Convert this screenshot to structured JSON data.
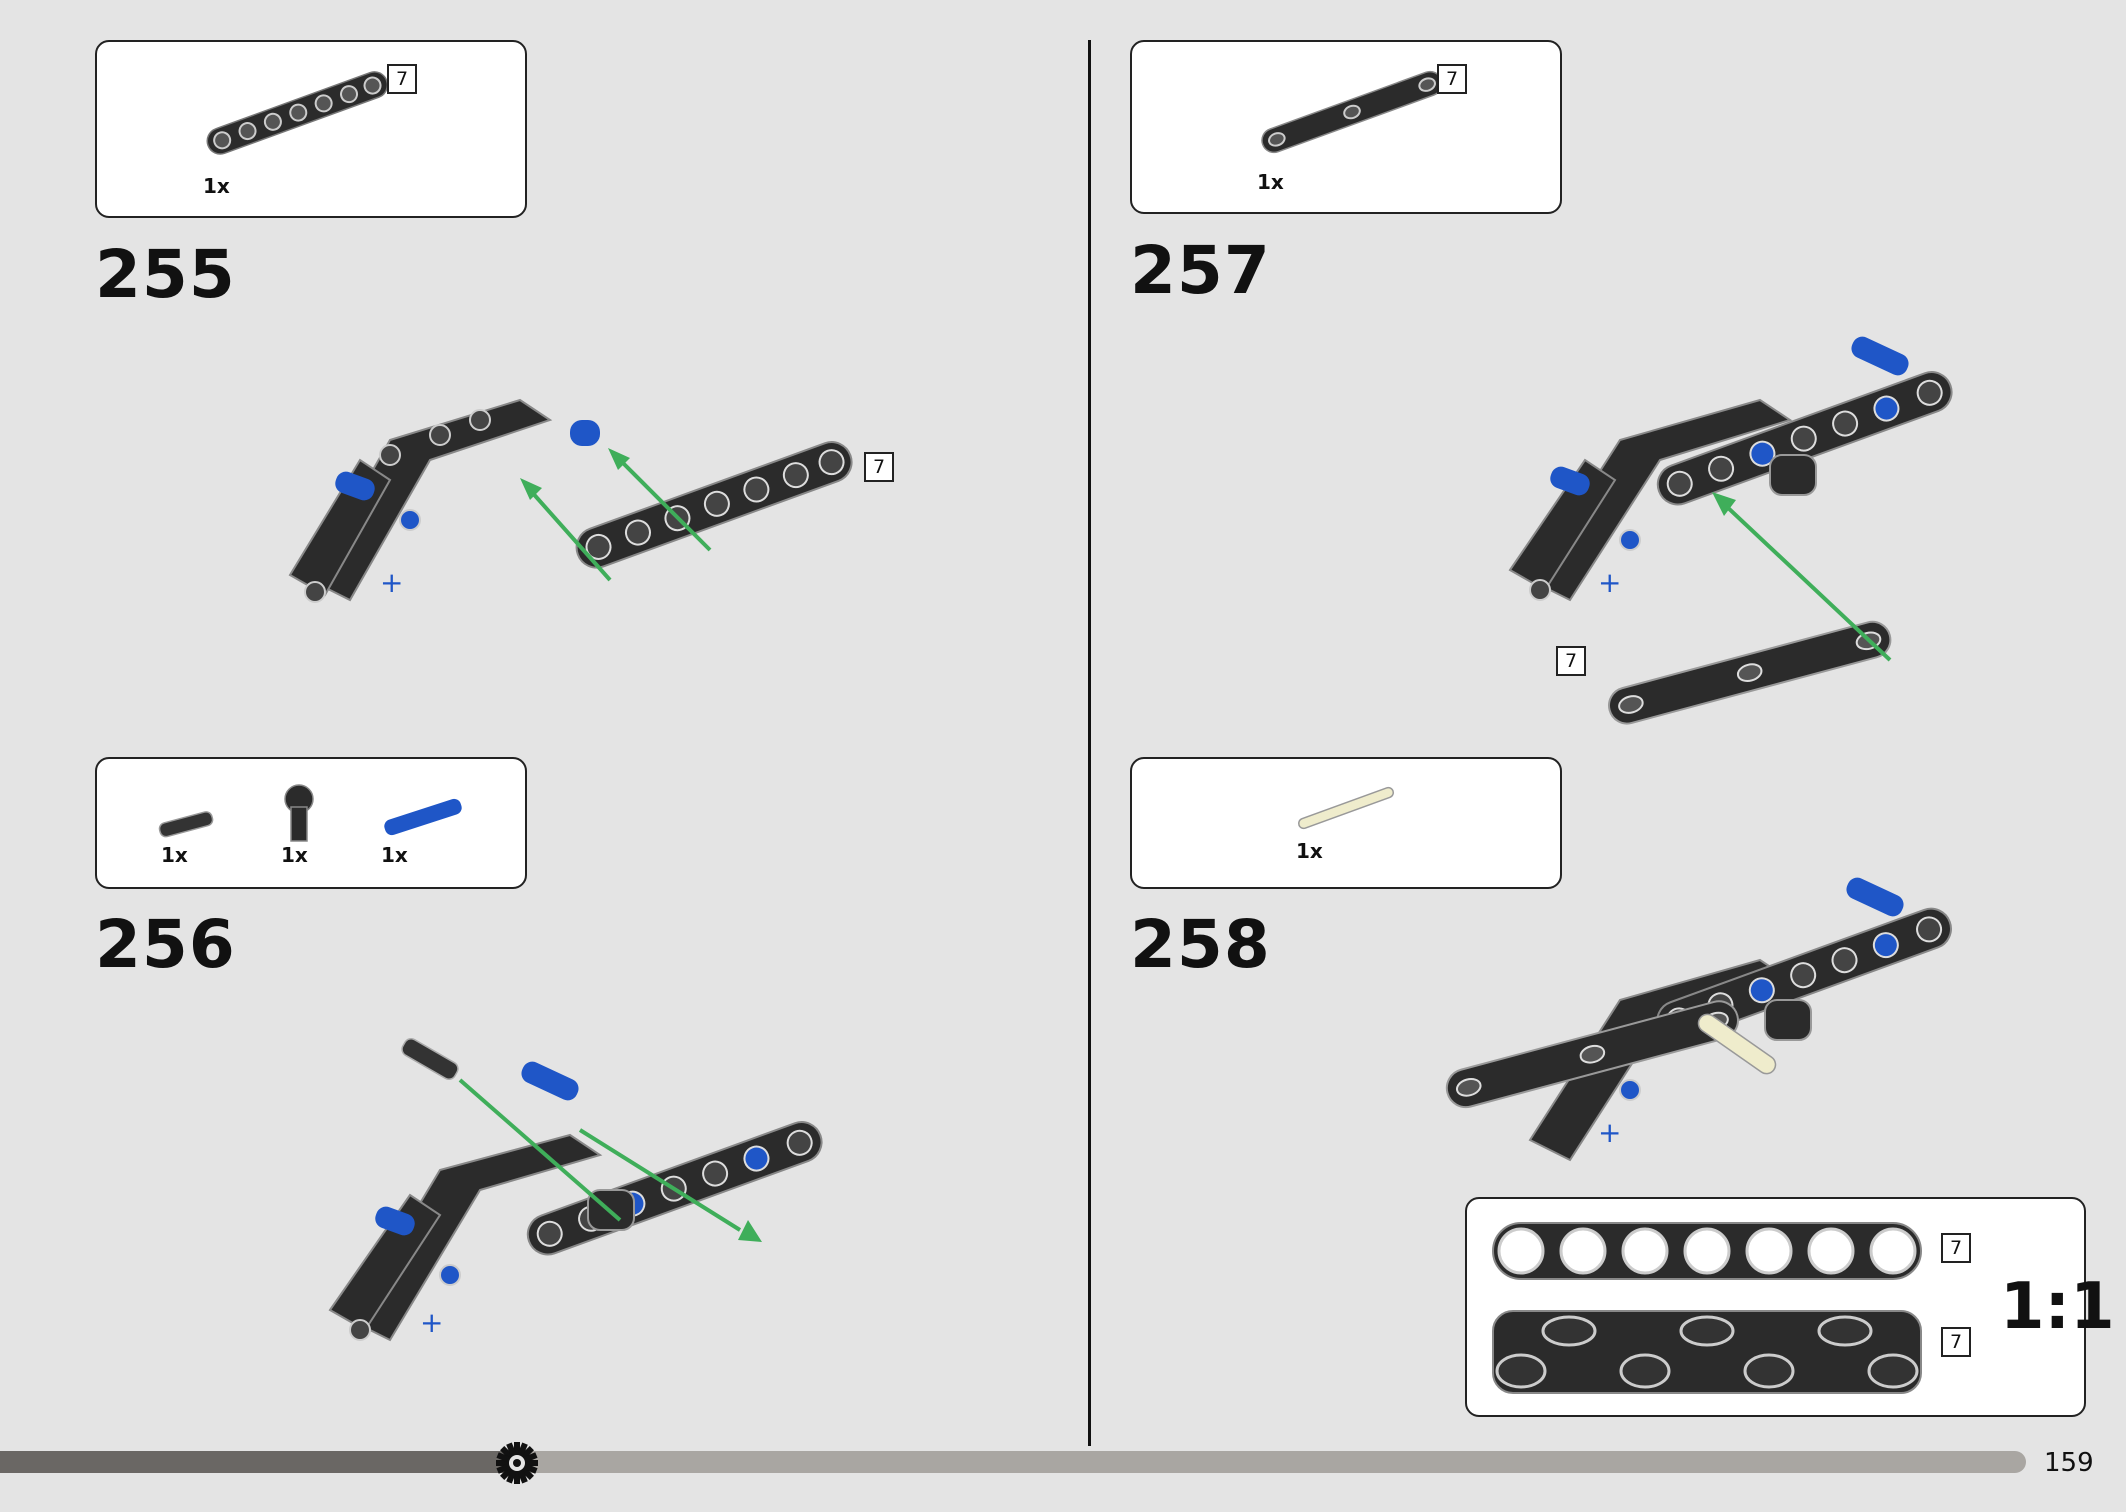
{
  "steps": [
    {
      "number": "255",
      "parts": [
        {
          "qty": "1x"
        }
      ],
      "callout_length": "7",
      "assembly_length": "7"
    },
    {
      "number": "256",
      "parts": [
        {
          "qty": "1x"
        },
        {
          "qty": "1x"
        },
        {
          "qty": "1x"
        }
      ]
    },
    {
      "number": "257",
      "parts": [
        {
          "qty": "1x"
        }
      ],
      "callout_length": "7",
      "assembly_length": "7"
    },
    {
      "number": "258",
      "parts": [
        {
          "qty": "1x"
        }
      ]
    }
  ],
  "scale_reference": {
    "label": "1:1",
    "items": [
      {
        "length": "7"
      },
      {
        "length": "7"
      }
    ]
  },
  "footer": {
    "page_number": "159",
    "progress": 0.255
  },
  "colors": {
    "background": "#e4e4e4",
    "beam": "#2b2b2b",
    "pin_blue": "#1f56c7",
    "arrow_green": "#3fae5a",
    "axle_tan": "#efeccc"
  }
}
